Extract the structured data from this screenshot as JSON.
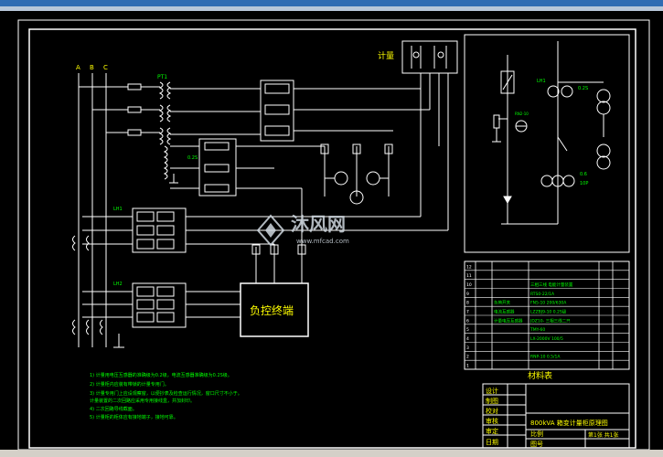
{
  "phases": [
    "A",
    "B",
    "C"
  ],
  "meter_label": "计量",
  "terminal_label": "负控终端",
  "materials_title": "材料表",
  "drawing_title": "800kVA  箱变计量柜原理图",
  "sheet_info": "第1张 共1张",
  "watermark": {
    "name": "沐风网",
    "url": "www.mfcad.com"
  },
  "schematic_labels": {
    "pt": "PT1",
    "lh1": "LH1",
    "lh2": "LH2",
    "ct_ratio": "0.2S",
    "breaker_ratio": "0.6",
    "fuse": "10P",
    "fuse_label": "RN2-10"
  },
  "materials_rows": [
    {
      "no": "12",
      "name": "",
      "model": "",
      "unit": "",
      "qty": ""
    },
    {
      "no": "11",
      "name": "",
      "model": "",
      "unit": "",
      "qty": ""
    },
    {
      "no": "10",
      "name": "",
      "model": "三相三线 电能计量装置",
      "unit": "",
      "qty": ""
    },
    {
      "no": "9",
      "name": "",
      "model": "RTS0-22/1A",
      "unit": "",
      "qty": ""
    },
    {
      "no": "8",
      "name": "负荷开关",
      "model": "FN5-10   200/630A",
      "unit": "",
      "qty": ""
    },
    {
      "no": "7",
      "name": "电流互感器",
      "model": "LZZBJ9-10  0.2S级",
      "unit": "",
      "qty": ""
    },
    {
      "no": "6",
      "name": "计量电压互感器",
      "model": "JDZ10-  三相三线二只",
      "unit": "",
      "qty": ""
    },
    {
      "no": "5",
      "name": "",
      "model": "TMY-60",
      "unit": "",
      "qty": ""
    },
    {
      "no": "4",
      "name": "",
      "model": "LX-2000V  100/5",
      "unit": "",
      "qty": ""
    },
    {
      "no": "3",
      "name": "",
      "model": "",
      "unit": "",
      "qty": ""
    },
    {
      "no": "2",
      "name": "",
      "model": "RNP-10  0.5/1A",
      "unit": "",
      "qty": ""
    },
    {
      "no": "1",
      "name": "",
      "model": "",
      "unit": "",
      "qty": ""
    }
  ],
  "notes": [
    "1) 计量用电压互感器的准确级为0.2级，电流互感器准确级为0.2S级。",
    "2) 计量柜内应装有带锁的计量专用门。",
    "3) 计量专用门上应设观察窗，以便抄表及检查运行情况，窗口尺寸不小于。",
    "    计量装置的二次回路应采用专用接线盒，并加封印。",
    "4) 二次回路导线截面。",
    "5) 计量柜的柜体应有接地端子，接地可靠。"
  ],
  "title_block": {
    "rows": [
      "设计",
      "制图",
      "校对",
      "审核",
      "审定",
      "日期"
    ],
    "labels": [
      "比例",
      "图号"
    ]
  },
  "colors": {
    "wire": "#ffffff",
    "frame": "#ffffff",
    "accent_green": "#00ff00",
    "accent_yellow": "#ffff00",
    "accent_cyan": "#00ffff",
    "watermark": "#cfd8e0"
  }
}
